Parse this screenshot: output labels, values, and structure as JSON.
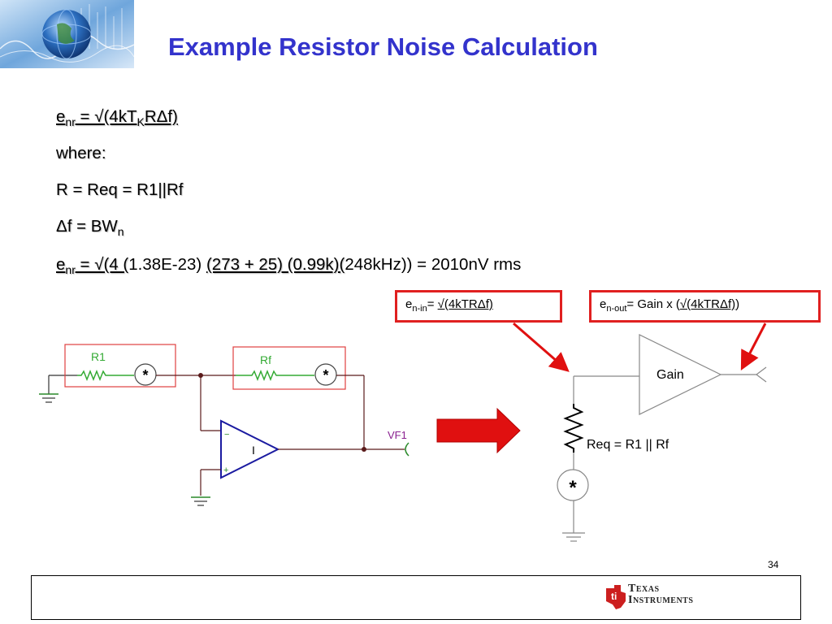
{
  "header": {
    "title": "Example Resistor Noise Calculation"
  },
  "equations": {
    "line1": {
      "e": "e",
      "e_sub": "nr",
      "rest": " = √(4kT",
      "k_sub": "K",
      "tail": "RΔf)"
    },
    "line2": "where:",
    "line3": "R = Req = R1||Rf",
    "line4": {
      "main": "Δf = BW",
      "sub": "n"
    },
    "line5": {
      "e": "e",
      "e_sub": "nr",
      "part1": " = √(4 (",
      "part2": "1.38E-23) ",
      "part3": "(273 + 25) (0.99k)(",
      "part4": "248kHz)) = 2010nV rms"
    }
  },
  "callouts": {
    "left": {
      "e": "e",
      "sub": "n-in",
      "eq": "= ",
      "formula": "√(4kTRΔf)"
    },
    "right": {
      "e": "e",
      "sub": "n-out",
      "eq": "= Gain x (",
      "formula": "√(4kTRΔf)",
      "close": ")"
    }
  },
  "schematic_left": {
    "r1_label": "R1",
    "rf_label": "Rf",
    "noise_symbol": "*",
    "opamp_label": "I",
    "minus": "−",
    "plus": "+",
    "output_label": "VF1"
  },
  "schematic_right": {
    "gain_label": "Gain",
    "req_label": "Req = R1 || Rf",
    "noise_symbol": "*"
  },
  "footer": {
    "page_number": "34",
    "brand_line1": "Texas",
    "brand_line2": "Instruments"
  },
  "colors": {
    "title": "#3333cc",
    "callout_border": "#e02020",
    "arrow": "#e01010",
    "resistor_green": "#33aa33",
    "box_red": "#e04040",
    "opamp_blue": "#1a1aa0",
    "wire": "#5a1a1a",
    "vf1": "#8a2090"
  }
}
